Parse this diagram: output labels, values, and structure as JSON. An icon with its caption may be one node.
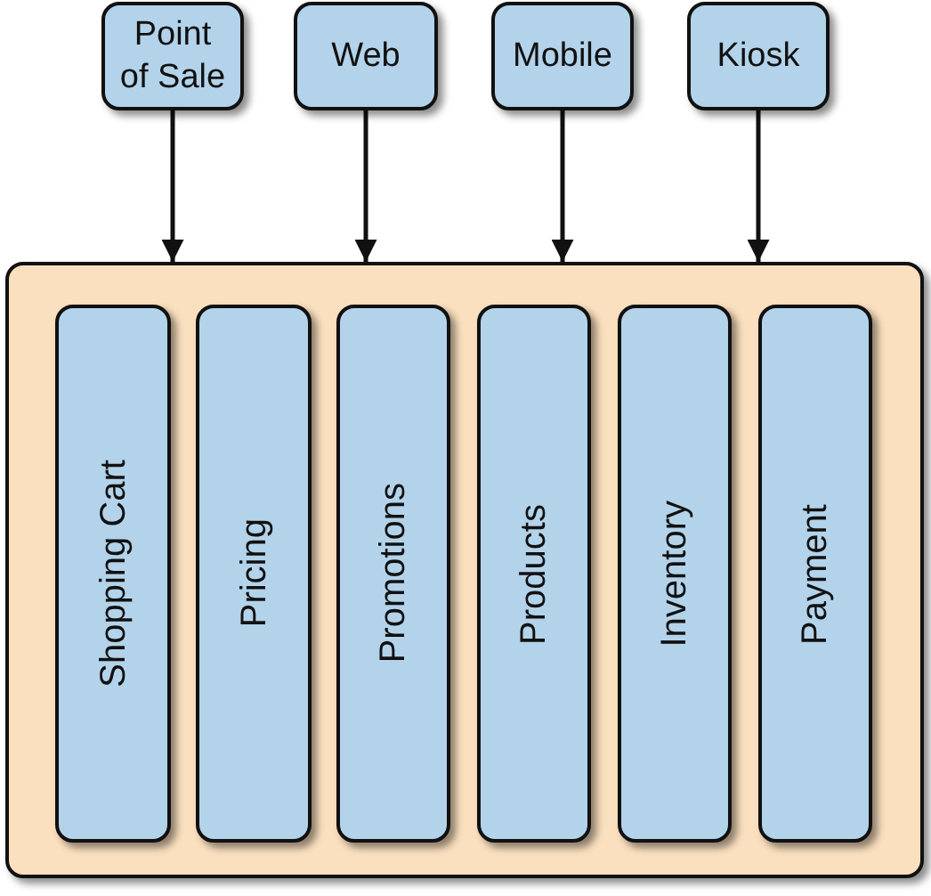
{
  "diagram": {
    "nodes": [
      {
        "text": [
          "Point of Sale"
        ]
      },
      {
        "text": [
          "Web"
        ]
      },
      {
        "text": [
          "Mobile"
        ]
      },
      {
        "text": [
          "Kiosk"
        ]
      },
      {
        "text": [],
        "shape": "box"
      },
      {
        "text": [
          "Shopping Cart"
        ],
        "in": 4
      },
      {
        "text": [
          "Pricing"
        ],
        "in": 4
      },
      {
        "text": [
          "Promotions"
        ],
        "in": 4
      },
      {
        "text": [
          "Products"
        ],
        "in": 4
      },
      {
        "text": [
          "Inventory"
        ],
        "in": 4
      },
      {
        "text": [
          "Payment"
        ],
        "in": 4
      }
    ],
    "edges": [
      {
        "from": 0,
        "to": 4,
        "arrow": "to"
      },
      {
        "from": 1,
        "to": 4,
        "arrow": "to"
      },
      {
        "from": 2,
        "to": 4,
        "arrow": "to"
      },
      {
        "from": 3,
        "to": 4,
        "arrow": "to"
      }
    ]
  }
}
